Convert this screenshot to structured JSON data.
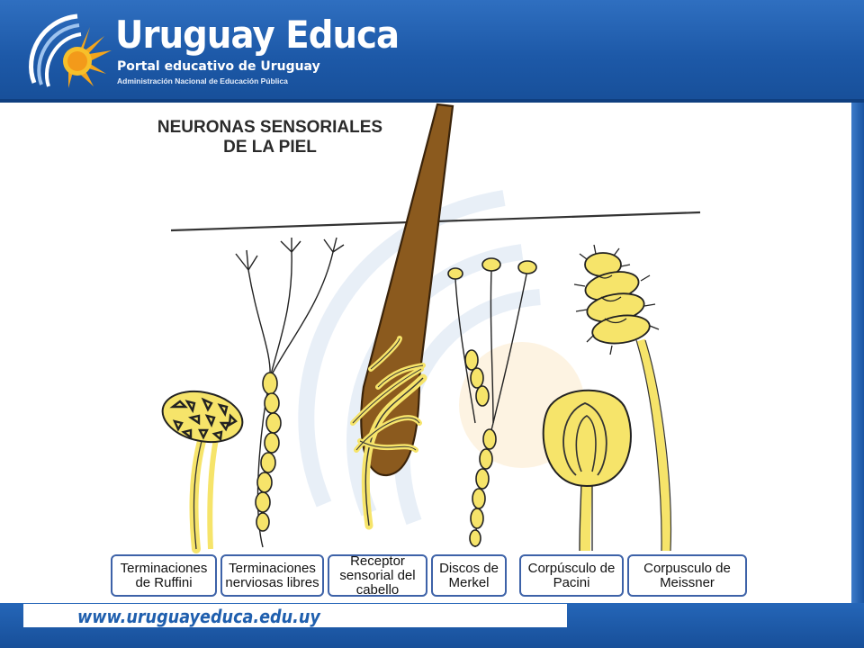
{
  "header": {
    "brand_title": "Uruguay Educa",
    "brand_subtitle": "Portal educativo de Uruguay",
    "brand_tagline": "Administración Nacional de Educación Pública"
  },
  "diagram": {
    "title_line1": "NEURONAS SENSORIALES",
    "title_line2": "DE LA PIEL",
    "labels": [
      "Terminaciones de Ruffini",
      "Terminaciones nerviosas libres",
      "Receptor sensorial del cabello",
      "Discos de Merkel",
      "Corpúsculo de Pacini",
      "Corpusculo de Meissner"
    ]
  },
  "footer": {
    "url": "www.uruguayeduca.edu.uy"
  },
  "colors": {
    "header_blue": "#1d59a8",
    "nerve_yellow": "#f6e46a",
    "hair_brown": "#8b5a1e",
    "label_border": "#3d62a8"
  }
}
